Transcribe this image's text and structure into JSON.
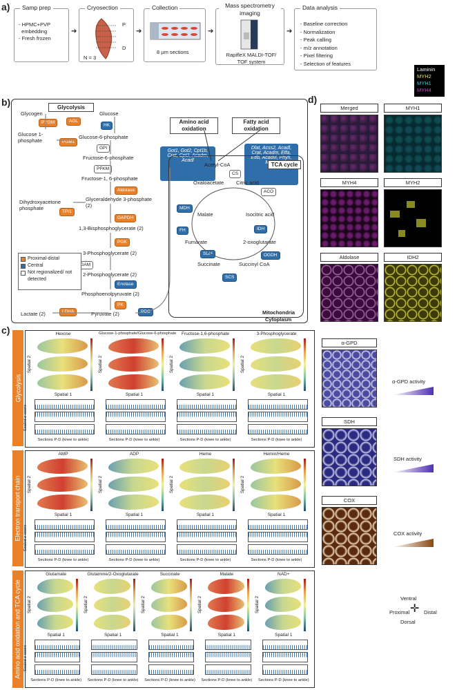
{
  "panel_a": {
    "label": "a)",
    "steps": [
      {
        "title": "Samp prep",
        "lines": [
          "- HPMC+PVP",
          "  embedding",
          "- Fresh frozen"
        ]
      },
      {
        "title": "Cryosection",
        "lines": [
          "N = 3"
        ],
        "marks": [
          "P",
          "D"
        ]
      },
      {
        "title": "Collection",
        "lines": [
          "8 µm sections"
        ]
      },
      {
        "title": "Mass spectrometry imaging",
        "lines": [
          "RapifleX MALDI-TOF/",
          "TOF system"
        ]
      },
      {
        "title": "Data analysis",
        "lines": [
          "- Baseline correction",
          "- Normalization",
          "- Peak calling",
          "- m/z annotation",
          "- Pixel filtering",
          "- Selection of features"
        ]
      }
    ]
  },
  "panel_b": {
    "label": "b)",
    "glycolysis_title": "Glycolysis",
    "amino_title": "Amino acid oxidation",
    "fatty_title": "Fatty acid oxidation",
    "tca_title": "TCA cycle",
    "mito_label": "Mitochondria",
    "cyto_label": "Cytoplasm",
    "amino_genes": "Got1, Got2, Cpt1b, Crat, Cpt2, Acadm, Acadl",
    "fatty_genes": "Dlat, Acss2, Acadl, Crat, Acadm, Etfa, Etfb, Acadvl, Phyh, Mmut",
    "metabolites": {
      "glycogen": "Glycogen",
      "glucose": "Glucose",
      "g1p": "Glucose 1-phosphate",
      "g6p": "Glucose-6-phosphate",
      "f6p": "Fructose-6-phosphate",
      "f16p": "Fructose-1, 6-phosphate",
      "dhap": "Dihydroxyacetone phosphate",
      "g3p": "Glyceraldehyde 3-phosphate (2)",
      "bpg": "1,3-Bisphosphoglycerate (2)",
      "pg3": "3-Phosphoglycerate (2)",
      "pg2": "2-Phosphoglycerate (2)",
      "pep": "Phosphoenolpyruvate (2)",
      "pyr": "Pyruvate (2)",
      "lac": "Lactate (2)",
      "acoa": "Acetyl-CoA",
      "oaa": "Oxaloacetate",
      "cit": "Citric acid",
      "mal": "Malate",
      "iso": "Isocitric acid",
      "fum": "Fumarate",
      "oxg": "2-oxoglutarate",
      "suc": "Succinate",
      "scoa": "Succinyl CoA"
    },
    "enzymes": {
      "pygm": "PYGM",
      "agl": "AGL",
      "hk": "HK",
      "pgm1": "PGM1",
      "gpi": "GPI",
      "pfkm": "PFKM",
      "aldolase": "Aldolase",
      "tpi1": "TPI1",
      "gapdh": "GAPDH",
      "pgk": "PGK",
      "pgam": "PGAM",
      "enolase": "Enolase",
      "pk": "PK",
      "ldha": "LDHA",
      "pdc": "PDC",
      "cs": "CS",
      "aco": "ACO",
      "mdh": "MDH",
      "idh": "IDH",
      "fh": "FH",
      "sdh": "SDH",
      "ogdh": "OGDH",
      "scs": "SCS"
    },
    "legend": [
      "Proximal-distal",
      "Central",
      "Not regionalized/ not detected"
    ],
    "colors": {
      "orange": "#e8812a",
      "blue": "#2f6ea8"
    }
  },
  "panel_c": {
    "label": "c)",
    "sections": [
      {
        "name": "Glycolysis",
        "plots": [
          "Hexose",
          "Glucose-1-phosphate/Glucose-6-phosphate",
          "Fructose-1,6-phosphate",
          "3-Phosphoglycerate"
        ]
      },
      {
        "name": "Electron transport chain",
        "plots": [
          "AMP",
          "ADP",
          "Heme",
          "Hemin/Heme"
        ]
      },
      {
        "name": "Amino acid oxidation and TCA cycle",
        "plots": [
          "Glutamate",
          "Glutamine/2-Oxoglutarate",
          "Succinate",
          "Malate",
          "NAD+"
        ]
      }
    ],
    "xlabel": "Spatial 1",
    "ylabel": "Spatial 2",
    "zlabel": "Scaled z-score",
    "sections_label": "Sections P-D (knee to ankle)",
    "stains": [
      {
        "name": "α-GPD",
        "activity": "α-GPD activity"
      },
      {
        "name": "SDH",
        "activity": "SDH activity"
      },
      {
        "name": "COX",
        "activity": "COX activity"
      }
    ],
    "compass": {
      "ventral": "Ventral",
      "dorsal": "Dorsal",
      "proximal": "Proximal",
      "distal": "Distal"
    }
  },
  "panel_d": {
    "label": "d)",
    "legend": [
      "Laminin",
      "MYH2",
      "MYH1",
      "MYH4"
    ],
    "legend_colors": [
      "#ffffff",
      "#e8e84a",
      "#3ad0e0",
      "#d040d0"
    ],
    "tiles": [
      "Merged",
      "MYH1",
      "MYH4",
      "MYH2",
      "Aldolase",
      "IDH2"
    ]
  }
}
